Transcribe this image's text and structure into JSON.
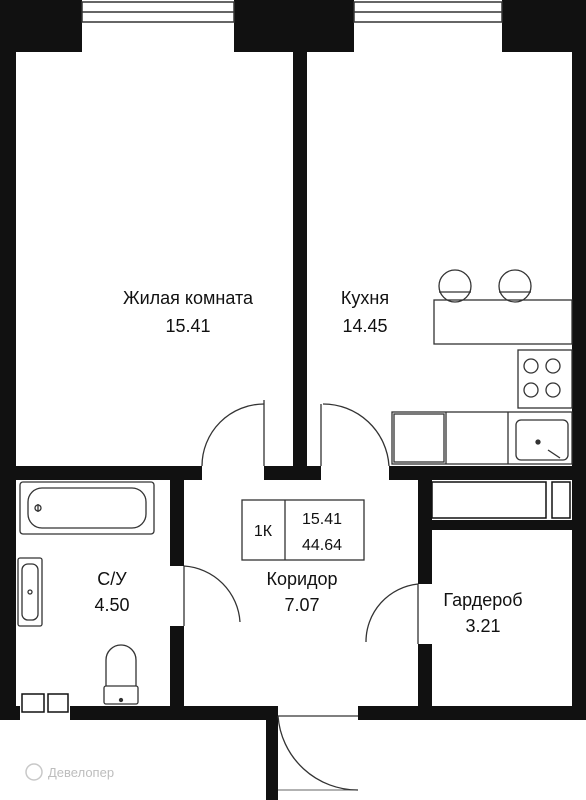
{
  "rooms": {
    "living": {
      "name": "Жилая комната",
      "area": "15.41"
    },
    "kitchen": {
      "name": "Кухня",
      "area": "14.45"
    },
    "bathroom": {
      "name": "С/У",
      "area": "4.50"
    },
    "corridor": {
      "name": "Коридор",
      "area": "7.07"
    },
    "wardrobe": {
      "name": "Гардероб",
      "area": "3.21"
    }
  },
  "info_box": {
    "type": "1К",
    "living_area": "15.41",
    "total_area": "44.64"
  },
  "watermark": "Девелопер",
  "colors": {
    "wall": "#111111",
    "background": "#ffffff",
    "line": "#333333"
  }
}
